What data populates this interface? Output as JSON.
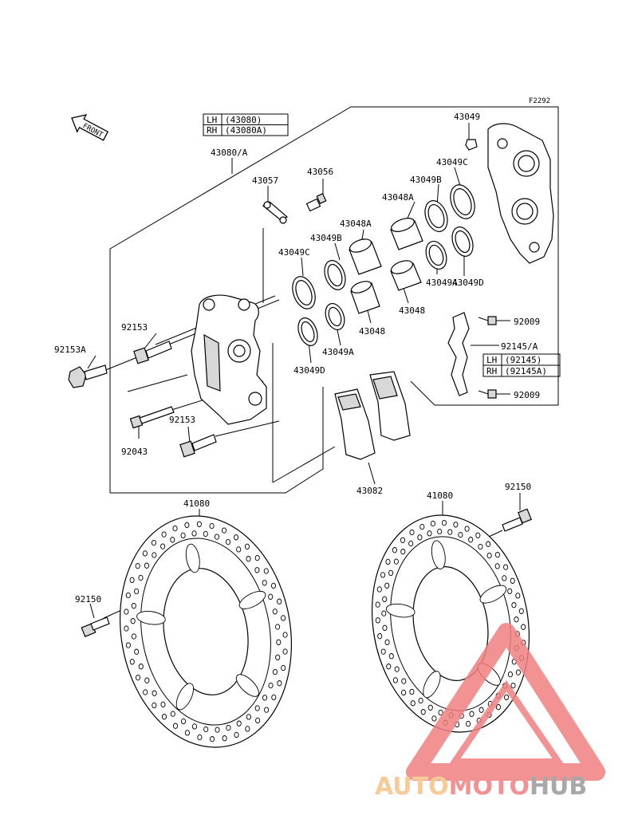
{
  "figure_code": "F2292",
  "front_label": "FRONT",
  "variants_caliper": [
    {
      "side": "LH",
      "part": "(43080)"
    },
    {
      "side": "RH",
      "part": "(43080A)"
    }
  ],
  "variants_bracket": [
    {
      "side": "LH",
      "part": "(92145)"
    },
    {
      "side": "RH",
      "part": "(92145A)"
    }
  ],
  "parts": {
    "caliper_assy": "43080/A",
    "bleeder_valve": "43057",
    "bleeder_cap": "43056",
    "seal_43049": "43049",
    "seal_c_right": "43049C",
    "seal_b_right": "43049B",
    "piston_a_right": "43048A",
    "piston_a_left": "43048A",
    "seal_b_left": "43049B",
    "seal_c_left": "43049C",
    "bolt_92153_upper": "92153",
    "bolt_92153a": "92153A",
    "seal_a_left": "43049A",
    "seal_d_left": "43049D",
    "piston_left": "43048",
    "piston_right": "43048",
    "seal_a_right": "43049A",
    "seal_d_right": "43049D",
    "screw_92009_top": "92009",
    "bracket": "92145/A",
    "screw_92009_bottom": "92009",
    "pin_92043": "92043",
    "bolt_92153_lower": "92153",
    "pads": "43082",
    "disc_left": "41080",
    "disc_right": "41080",
    "bolt_92150_left": "92150",
    "bolt_92150_right": "92150"
  },
  "watermark": {
    "part1": "AUTO",
    "part2": "MOTO",
    "part3": "HUB"
  },
  "colors": {
    "wm_orange": "#f5c285",
    "wm_red": "#f08080",
    "wm_gray": "#9a9a9a"
  }
}
